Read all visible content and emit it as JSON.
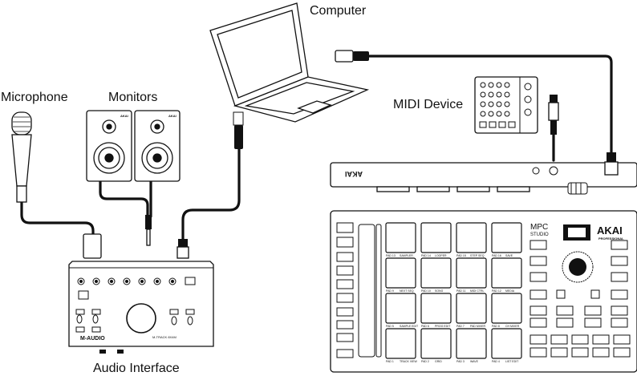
{
  "labels": {
    "computer": "Computer",
    "microphone": "Microphone",
    "monitors": "Monitors",
    "midi_device": "MIDI Device",
    "audio_interface": "Audio Interface"
  },
  "devices": {
    "monitor_brand": "AKAI",
    "interface_brand": "M-AUDIO",
    "interface_model": "M-TRACK 8X4M",
    "mpc_model_line1": "MPC",
    "mpc_model_line2": "STUDIO",
    "mpc_brand": "AKAI",
    "mpc_brand_sub": "PROFESSIONAL"
  },
  "pads": [
    {
      "num": "PAD 13",
      "func": "SAMPLER"
    },
    {
      "num": "PAD 14",
      "func": "LOOPER"
    },
    {
      "num": "PAD 15",
      "func": "STEP SEQ"
    },
    {
      "num": "PAD 16",
      "func": "SAVE"
    },
    {
      "num": "PAD 9",
      "func": "NEXT SEQ"
    },
    {
      "num": "PAD 10",
      "func": "SONG"
    },
    {
      "num": "PAD 11",
      "func": "MIDI CTRL"
    },
    {
      "num": "PAD 12",
      "func": "MEDIA"
    },
    {
      "num": "PAD 5",
      "func": "SAMPLE EDIT"
    },
    {
      "num": "PAD 6",
      "func": "PROG EDIT"
    },
    {
      "num": "PAD 7",
      "func": "PAD MIXER"
    },
    {
      "num": "PAD 8",
      "func": "CH MIXER"
    },
    {
      "num": "PAD 1",
      "func": "TRACK VIEW"
    },
    {
      "num": "PAD 2",
      "func": "GRID"
    },
    {
      "num": "PAD 3",
      "func": "WAVE"
    },
    {
      "num": "PAD 4",
      "func": "LIST EDIT"
    }
  ]
}
